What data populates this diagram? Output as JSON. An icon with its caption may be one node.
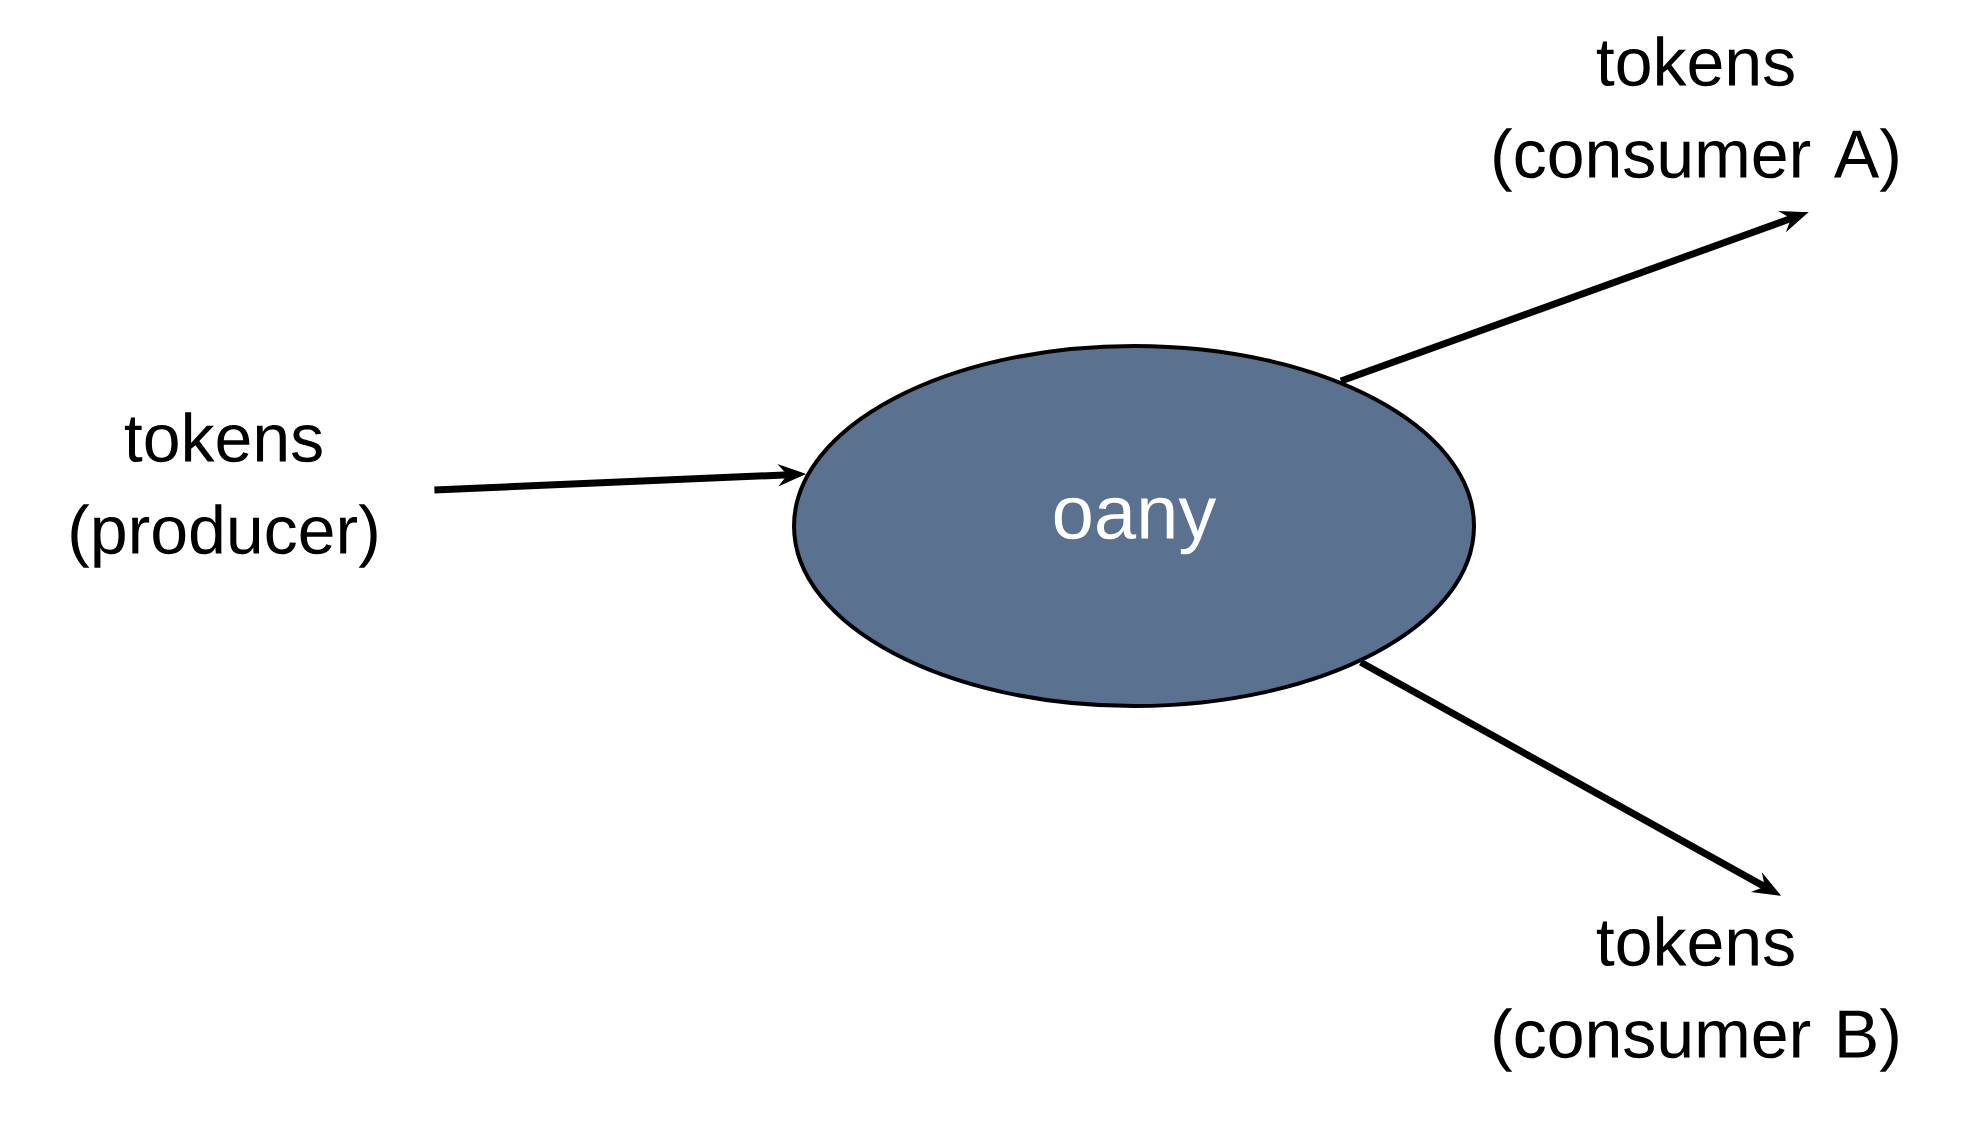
{
  "diagram": {
    "nodes": [
      {
        "text": [
          "tokens (producer)"
        ]
      },
      {
        "text": [
          "oany"
        ]
      },
      {
        "text": [
          "tokens (consumer A)"
        ]
      },
      {
        "text": [
          "tokens (consumer B)"
        ]
      }
    ],
    "edges": [
      {
        "from": 0,
        "to": 1,
        "arrow": "to"
      },
      {
        "from": 1,
        "to": 2,
        "arrow": "to"
      },
      {
        "from": 1,
        "to": 3,
        "arrow": "to"
      }
    ]
  }
}
